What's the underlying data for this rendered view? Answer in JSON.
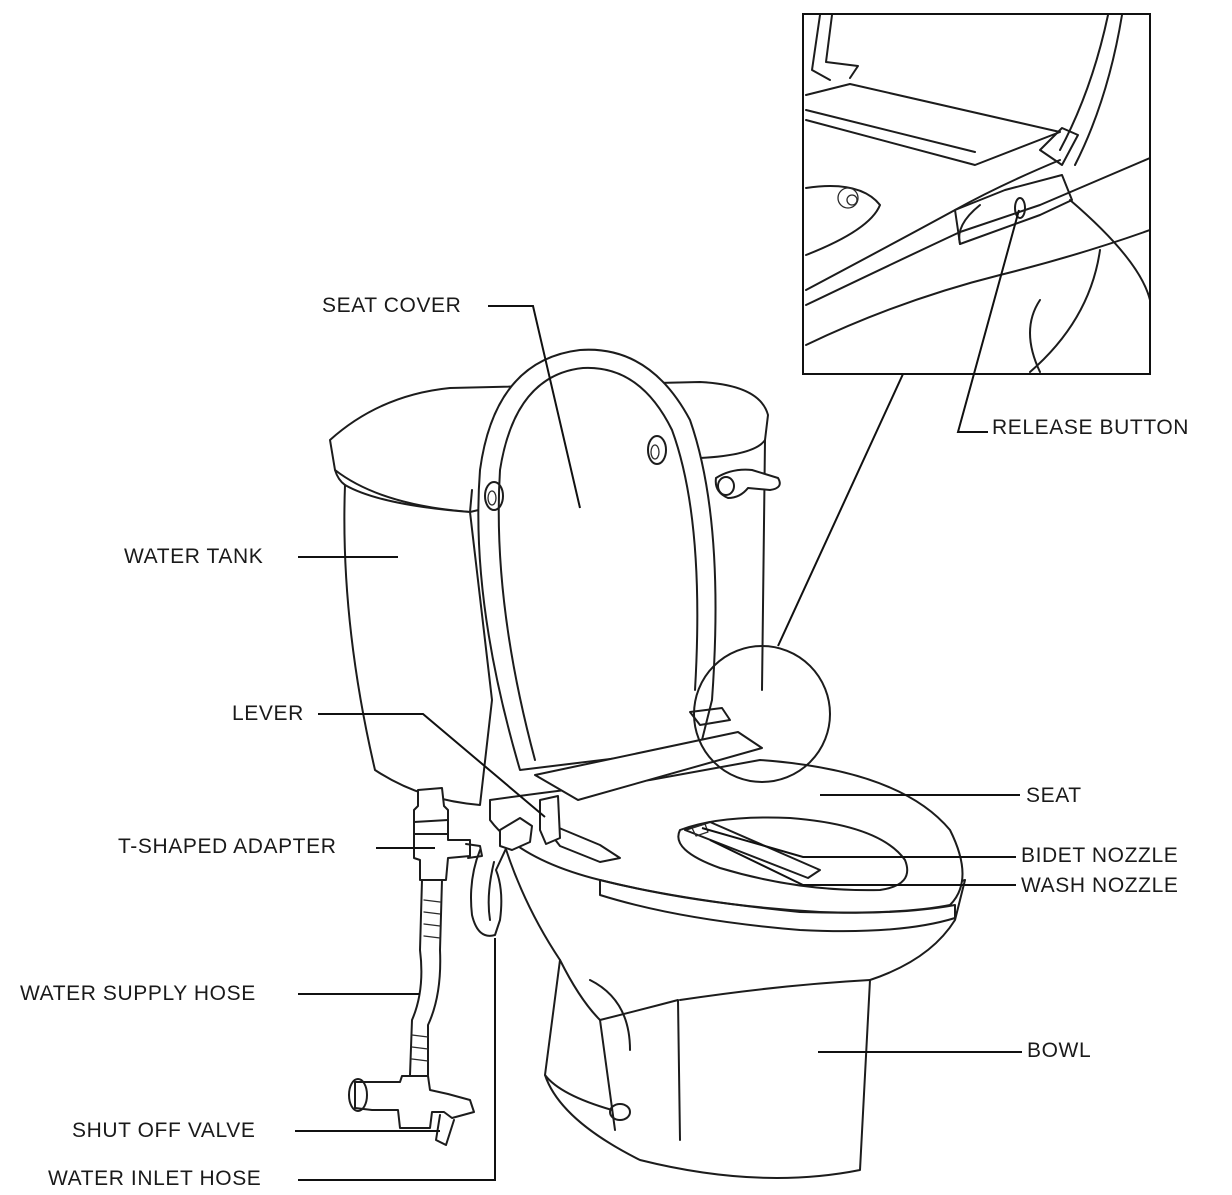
{
  "labels": {
    "seat_cover": "SEAT COVER",
    "release_button": "RELEASE BUTTON",
    "water_tank": "WATER TANK",
    "lever": "LEVER",
    "seat": "SEAT",
    "t_shaped_adapter": "T-SHAPED ADAPTER",
    "bidet_nozzle": "BIDET NOZZLE",
    "wash_nozzle": "WASH NOZZLE",
    "water_supply_hose": "WATER SUPPLY HOSE",
    "bowl": "BOWL",
    "shut_off_valve": "SHUT OFF VALVE",
    "water_inlet_hose": "WATER INLET HOSE"
  },
  "colors": {
    "ink": "#1c1c1c",
    "background": "#ffffff"
  }
}
